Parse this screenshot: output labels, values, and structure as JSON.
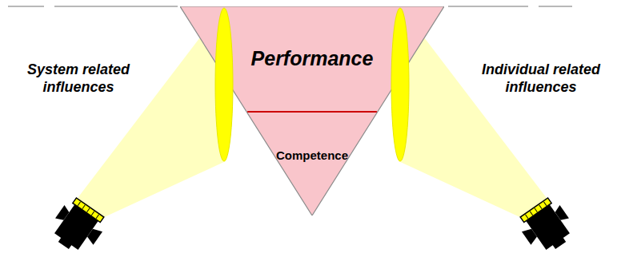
{
  "diagram": {
    "nodes": [
      {
        "text": [
          "Performance",
          "Competence"
        ]
      }
    ],
    "labels": [
      "System related influences",
      "Individual related influences"
    ]
  }
}
